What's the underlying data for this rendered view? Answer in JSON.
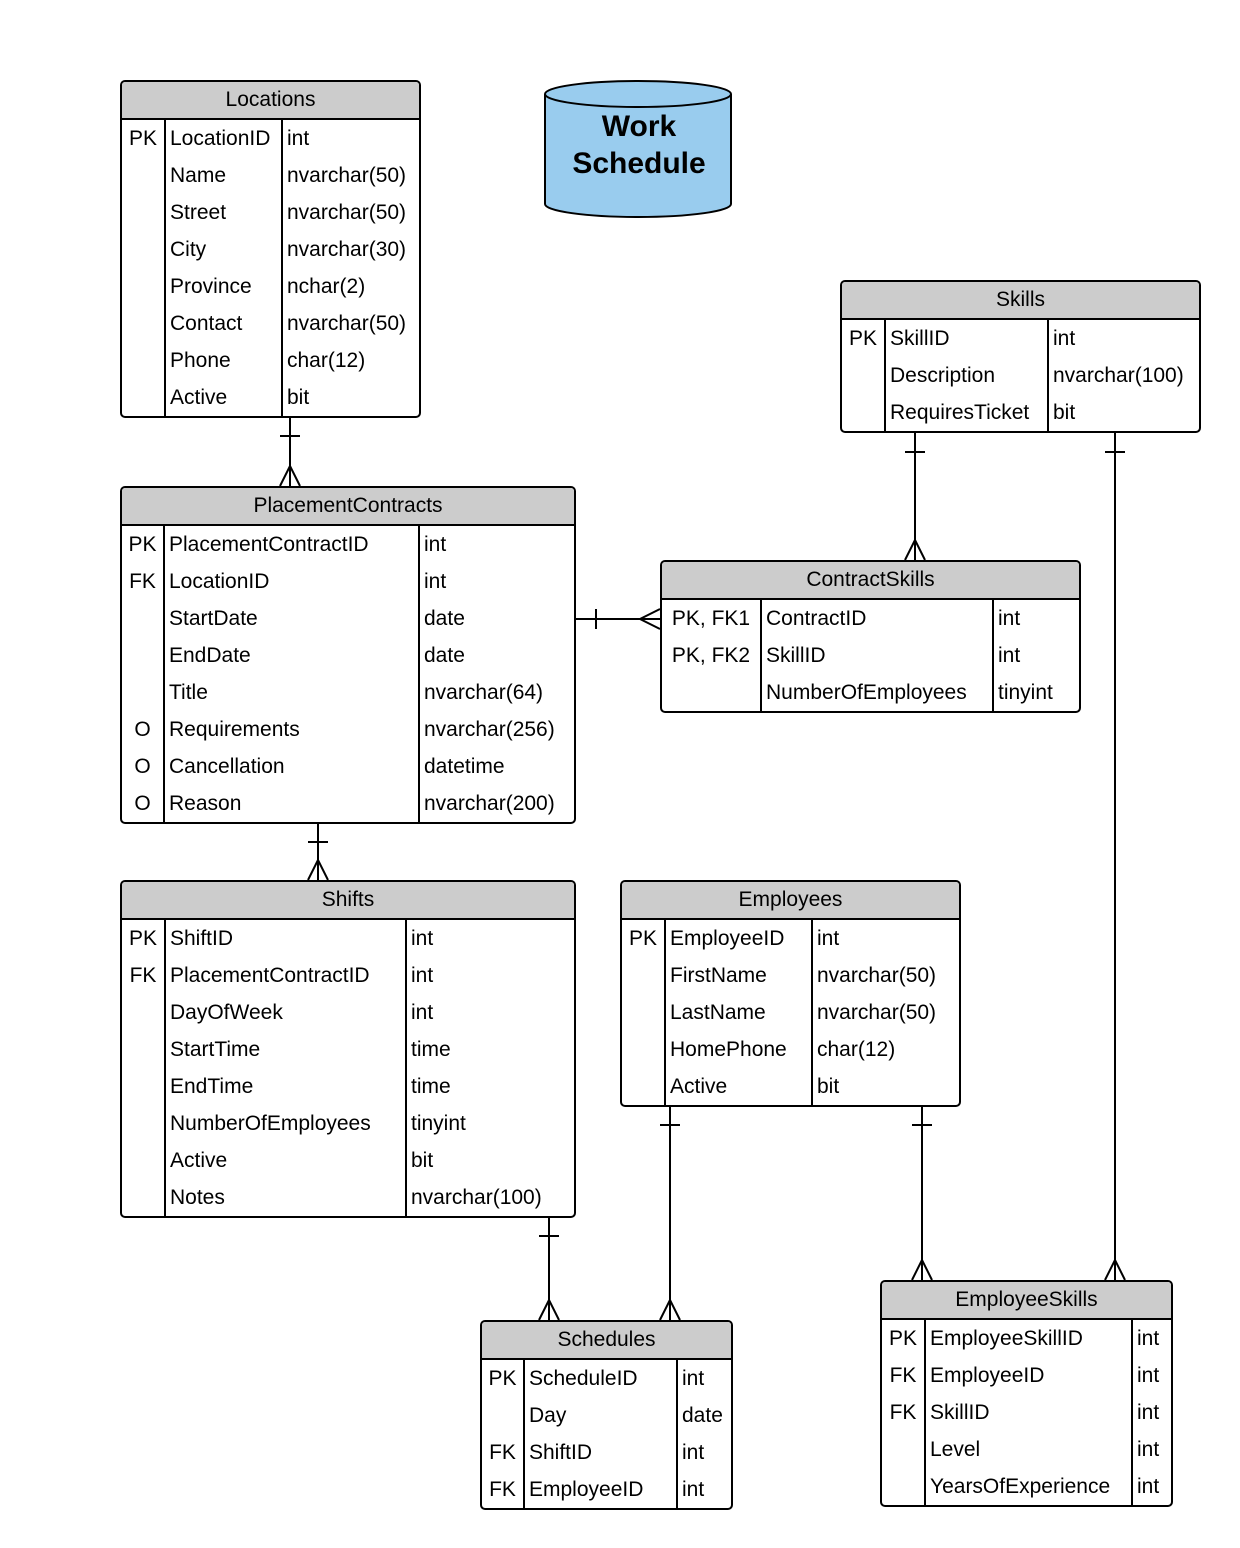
{
  "title": [
    "Work",
    "Schedule"
  ],
  "entities": {
    "locations": {
      "name": "Locations",
      "rows": [
        {
          "key": "PK",
          "field": "LocationID",
          "type": "int"
        },
        {
          "key": "",
          "field": "Name",
          "type": "nvarchar(50)"
        },
        {
          "key": "",
          "field": "Street",
          "type": "nvarchar(50)"
        },
        {
          "key": "",
          "field": "City",
          "type": "nvarchar(30)"
        },
        {
          "key": "",
          "field": "Province",
          "type": "nchar(2)"
        },
        {
          "key": "",
          "field": "Contact",
          "type": "nvarchar(50)"
        },
        {
          "key": "",
          "field": "Phone",
          "type": "char(12)"
        },
        {
          "key": "",
          "field": "Active",
          "type": "bit"
        }
      ]
    },
    "skills": {
      "name": "Skills",
      "rows": [
        {
          "key": "PK",
          "field": "SkillID",
          "type": "int"
        },
        {
          "key": "",
          "field": "Description",
          "type": "nvarchar(100)"
        },
        {
          "key": "",
          "field": "RequiresTicket",
          "type": "bit"
        }
      ]
    },
    "placement_contracts": {
      "name": "PlacementContracts",
      "rows": [
        {
          "key": "PK",
          "field": "PlacementContractID",
          "type": "int"
        },
        {
          "key": "FK",
          "field": "LocationID",
          "type": "int"
        },
        {
          "key": "",
          "field": "StartDate",
          "type": "date"
        },
        {
          "key": "",
          "field": "EndDate",
          "type": "date"
        },
        {
          "key": "",
          "field": "Title",
          "type": "nvarchar(64)"
        },
        {
          "key": "O",
          "field": "Requirements",
          "type": "nvarchar(256)"
        },
        {
          "key": "O",
          "field": "Cancellation",
          "type": "datetime"
        },
        {
          "key": "O",
          "field": "Reason",
          "type": "nvarchar(200)"
        }
      ]
    },
    "contract_skills": {
      "name": "ContractSkills",
      "rows": [
        {
          "key": "PK, FK1",
          "field": "ContractID",
          "type": "int"
        },
        {
          "key": "PK, FK2",
          "field": "SkillID",
          "type": "int"
        },
        {
          "key": "",
          "field": "NumberOfEmployees",
          "type": "tinyint"
        }
      ]
    },
    "shifts": {
      "name": "Shifts",
      "rows": [
        {
          "key": "PK",
          "field": "ShiftID",
          "type": "int"
        },
        {
          "key": "FK",
          "field": "PlacementContractID",
          "type": "int"
        },
        {
          "key": "",
          "field": "DayOfWeek",
          "type": "int"
        },
        {
          "key": "",
          "field": "StartTime",
          "type": "time"
        },
        {
          "key": "",
          "field": "EndTime",
          "type": "time"
        },
        {
          "key": "",
          "field": "NumberOfEmployees",
          "type": "tinyint"
        },
        {
          "key": "",
          "field": "Active",
          "type": "bit"
        },
        {
          "key": "",
          "field": "Notes",
          "type": "nvarchar(100)"
        }
      ]
    },
    "employees": {
      "name": "Employees",
      "rows": [
        {
          "key": "PK",
          "field": "EmployeeID",
          "type": "int"
        },
        {
          "key": "",
          "field": "FirstName",
          "type": "nvarchar(50)"
        },
        {
          "key": "",
          "field": "LastName",
          "type": "nvarchar(50)"
        },
        {
          "key": "",
          "field": "HomePhone",
          "type": "char(12)"
        },
        {
          "key": "",
          "field": "Active",
          "type": "bit"
        }
      ]
    },
    "schedules": {
      "name": "Schedules",
      "rows": [
        {
          "key": "PK",
          "field": "ScheduleID",
          "type": "int"
        },
        {
          "key": "",
          "field": "Day",
          "type": "date"
        },
        {
          "key": "FK",
          "field": "ShiftID",
          "type": "int"
        },
        {
          "key": "FK",
          "field": "EmployeeID",
          "type": "int"
        }
      ]
    },
    "employee_skills": {
      "name": "EmployeeSkills",
      "rows": [
        {
          "key": "PK",
          "field": "EmployeeSkillID",
          "type": "int"
        },
        {
          "key": "FK",
          "field": "EmployeeID",
          "type": "int"
        },
        {
          "key": "FK",
          "field": "SkillID",
          "type": "int"
        },
        {
          "key": "",
          "field": "Level",
          "type": "int"
        },
        {
          "key": "",
          "field": "YearsOfExperience",
          "type": "int"
        }
      ]
    }
  },
  "relationships": [
    {
      "from": "locations",
      "to": "placement_contracts",
      "from_card": "one",
      "to_card": "many"
    },
    {
      "from": "placement_contracts",
      "to": "contract_skills",
      "from_card": "one",
      "to_card": "many"
    },
    {
      "from": "skills",
      "to": "contract_skills",
      "from_card": "one",
      "to_card": "many"
    },
    {
      "from": "skills",
      "to": "employee_skills",
      "from_card": "one",
      "to_card": "many"
    },
    {
      "from": "placement_contracts",
      "to": "shifts",
      "from_card": "one",
      "to_card": "many"
    },
    {
      "from": "shifts",
      "to": "schedules",
      "from_card": "one",
      "to_card": "many"
    },
    {
      "from": "employees",
      "to": "schedules",
      "from_card": "one",
      "to_card": "many"
    },
    {
      "from": "employees",
      "to": "employee_skills",
      "from_card": "one",
      "to_card": "many"
    }
  ],
  "colors": {
    "header_fill": "#cccccc",
    "database_fill": "#99ccee",
    "line": "#000000"
  }
}
